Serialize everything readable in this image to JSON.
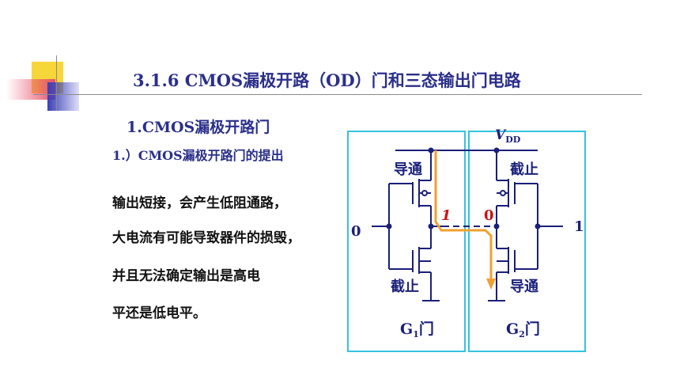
{
  "page": {
    "title": "3.1.6  CMOS漏极开路（OD）门和三态输出门电路",
    "subtitle": "1.CMOS漏极开路门",
    "sub_subtitle": "1.）CMOS漏极开路门的提出",
    "body_lines": [
      "输出短接，会产生低阻通路，",
      "大电流有可能导致器件的损毁，",
      "并且无法确定输出是高电",
      "平还是低电平。"
    ]
  },
  "diagram": {
    "vdd_main": "V",
    "vdd_sub": "DD",
    "g1": {
      "top_state": "导通",
      "bottom_state": "截止",
      "input": "0",
      "output": "1",
      "label_main": "G",
      "label_sub": "1",
      "label_suffix": "门"
    },
    "g2": {
      "top_state": "截止",
      "bottom_state": "导通",
      "input": "1",
      "output": "0",
      "label_main": "G",
      "label_sub": "2",
      "label_suffix": "门"
    },
    "colors": {
      "box": "#33c3e0",
      "wire": "#1a1f7a",
      "current": "#f0a030",
      "output_value": "#cc1111"
    }
  }
}
